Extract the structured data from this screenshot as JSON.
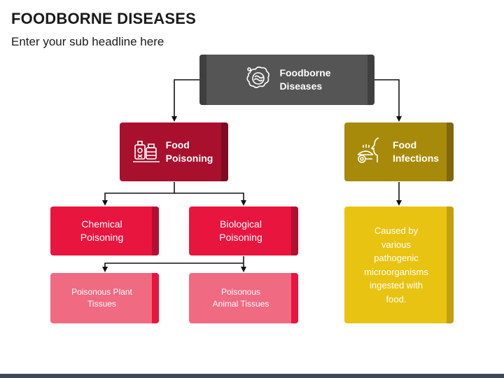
{
  "header": {
    "title": "FOODBORNE DISEASES",
    "subtitle": "Enter your sub headline here"
  },
  "nodes": {
    "root": {
      "line1": "Foodborne",
      "line2": "Diseases",
      "icon": "bacteria-icon"
    },
    "food_poisoning": {
      "line1": "Food",
      "line2": "Poisoning",
      "icon": "poison-bottles-icon"
    },
    "food_infections": {
      "line1": "Food",
      "line2": "Infections",
      "icon": "person-eating-icon"
    },
    "chemical": {
      "line1": "Chemical",
      "line2": "Poisoning"
    },
    "biological": {
      "line1": "Biological",
      "line2": "Poisoning"
    },
    "plant": {
      "line1": "Poisonous Plant",
      "line2": "Tissues"
    },
    "animal": {
      "line1": "Poisonous",
      "line2": "Animal Tissues"
    },
    "infection_desc": {
      "lines": [
        "Caused by",
        "various",
        "pathogenic",
        "microorganisms",
        "ingested with",
        "food."
      ]
    }
  },
  "colors": {
    "root": "#555555",
    "root_strip": "#3f3f3f",
    "poisoning": "#a8102e",
    "poisoning_strip": "#7e0c22",
    "level2": "#e8153f",
    "level2_strip": "#b40f30",
    "level3": "#f06a82",
    "level3_strip": "#e8153f",
    "infection": "#a78a0a",
    "infection_strip": "#806806",
    "infection_desc": "#e8c312",
    "infection_desc_strip": "#c2a00c",
    "connector": "#111111"
  }
}
